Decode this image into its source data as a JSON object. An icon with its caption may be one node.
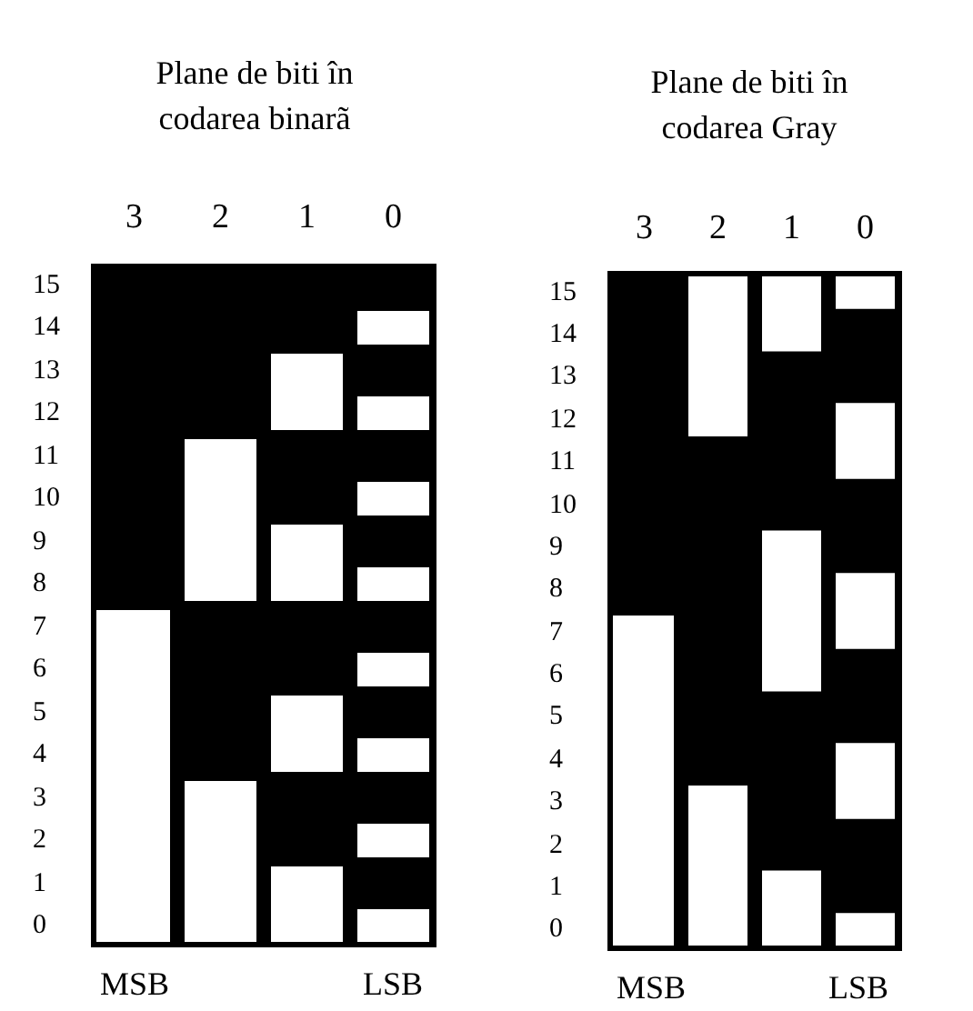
{
  "diagram": {
    "labels": [
      "Plane de biti în codarea binarã",
      "Plane de biti în codarea Gray",
      "3",
      "2",
      "1",
      "0",
      "15",
      "14",
      "13",
      "12",
      "11",
      "10",
      "9",
      "8",
      "7",
      "6",
      "5",
      "4",
      "3",
      "2",
      "1",
      "0",
      "MSB",
      "LSB",
      "3",
      "2",
      "1",
      "0",
      "15",
      "14",
      "13",
      "12",
      "11",
      "10",
      "9",
      "8",
      "7",
      "6",
      "5",
      "4",
      "3",
      "2",
      "1",
      "0",
      "MSB",
      "LSB"
    ]
  }
}
